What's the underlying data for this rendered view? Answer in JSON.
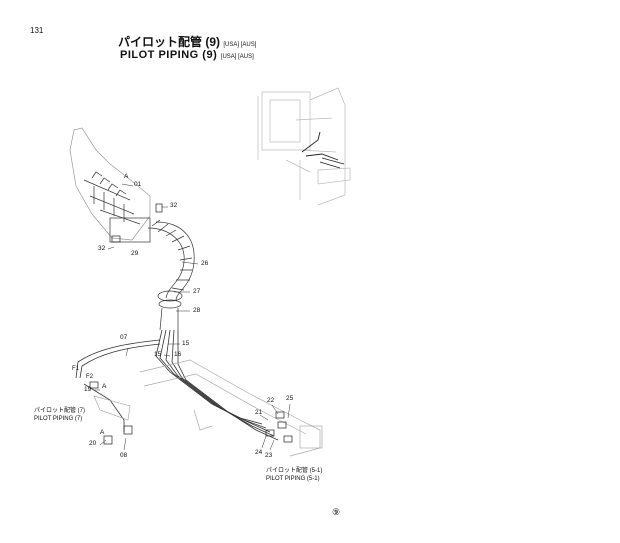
{
  "page_number": "131",
  "title": {
    "jp": "パイロット配管 (9)",
    "en": "PILOT PIPING (9)",
    "tag": "[USA] [AUS]"
  },
  "refs": {
    "left": {
      "jp": "パイロット配管 (7)",
      "en": "PILOT PIPING (7)"
    },
    "right": {
      "jp": "パイロット配管 (5-1)",
      "en": "PILOT PIPING (5-1)"
    }
  },
  "part_numbers": {
    "p01": "01",
    "p32a": "32",
    "p32b": "32",
    "p29": "29",
    "p26": "26",
    "p27": "27",
    "p28": "28",
    "p07": "07",
    "p15a": "15",
    "p15b": "15",
    "p16": "16",
    "p19": "19",
    "p20": "20",
    "p08": "08",
    "p22": "22",
    "p21": "21",
    "p25": "25",
    "p24": "24",
    "p23": "23"
  },
  "view_letters": {
    "a1": "A",
    "a2": "A",
    "a3": "A",
    "f1": "F1",
    "f2": "F2"
  },
  "footer_mark": "⑨"
}
